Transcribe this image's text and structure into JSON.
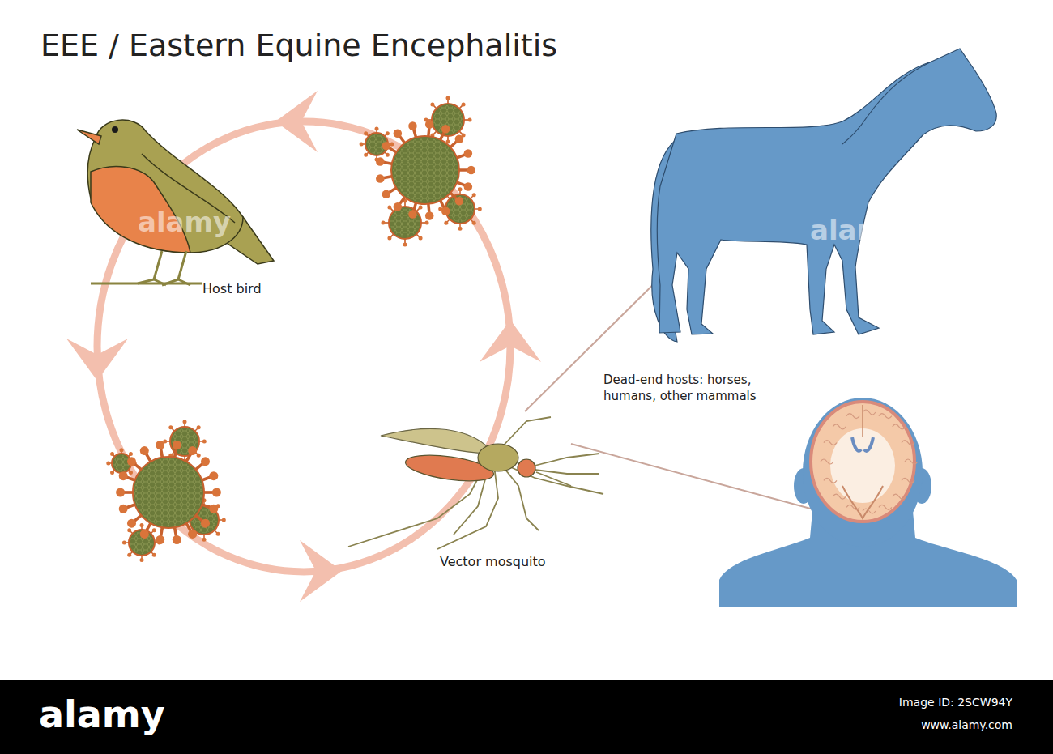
{
  "diagram": {
    "title": "EEE / Eastern Equine Encephalitis",
    "labels": [
      "Host bird",
      "Vector mosquito",
      "Dead-end hosts: horses, humans, other mammals",
      "alamy",
      "alamy",
      "alamy",
      "Image ID: 2SCW94Y",
      "www.alamy.com"
    ]
  }
}
